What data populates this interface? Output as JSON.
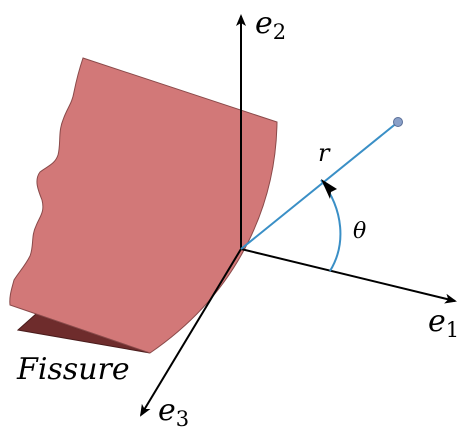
{
  "diagram": {
    "axes": {
      "e1": {
        "base": "e",
        "sub": "1"
      },
      "e2": {
        "base": "e",
        "sub": "2"
      },
      "e3": {
        "base": "e",
        "sub": "3"
      }
    },
    "polar": {
      "radius_label": "r",
      "angle_label": "θ"
    },
    "crack_label": "Fissure",
    "colors": {
      "crack_face": "#d27878",
      "crack_face_stroke": "#8a4a4a",
      "crack_shadow": "#6e2c2c",
      "radial_line": "#3a8fc6",
      "point": "#8aa0c8",
      "axis": "#000000"
    }
  }
}
